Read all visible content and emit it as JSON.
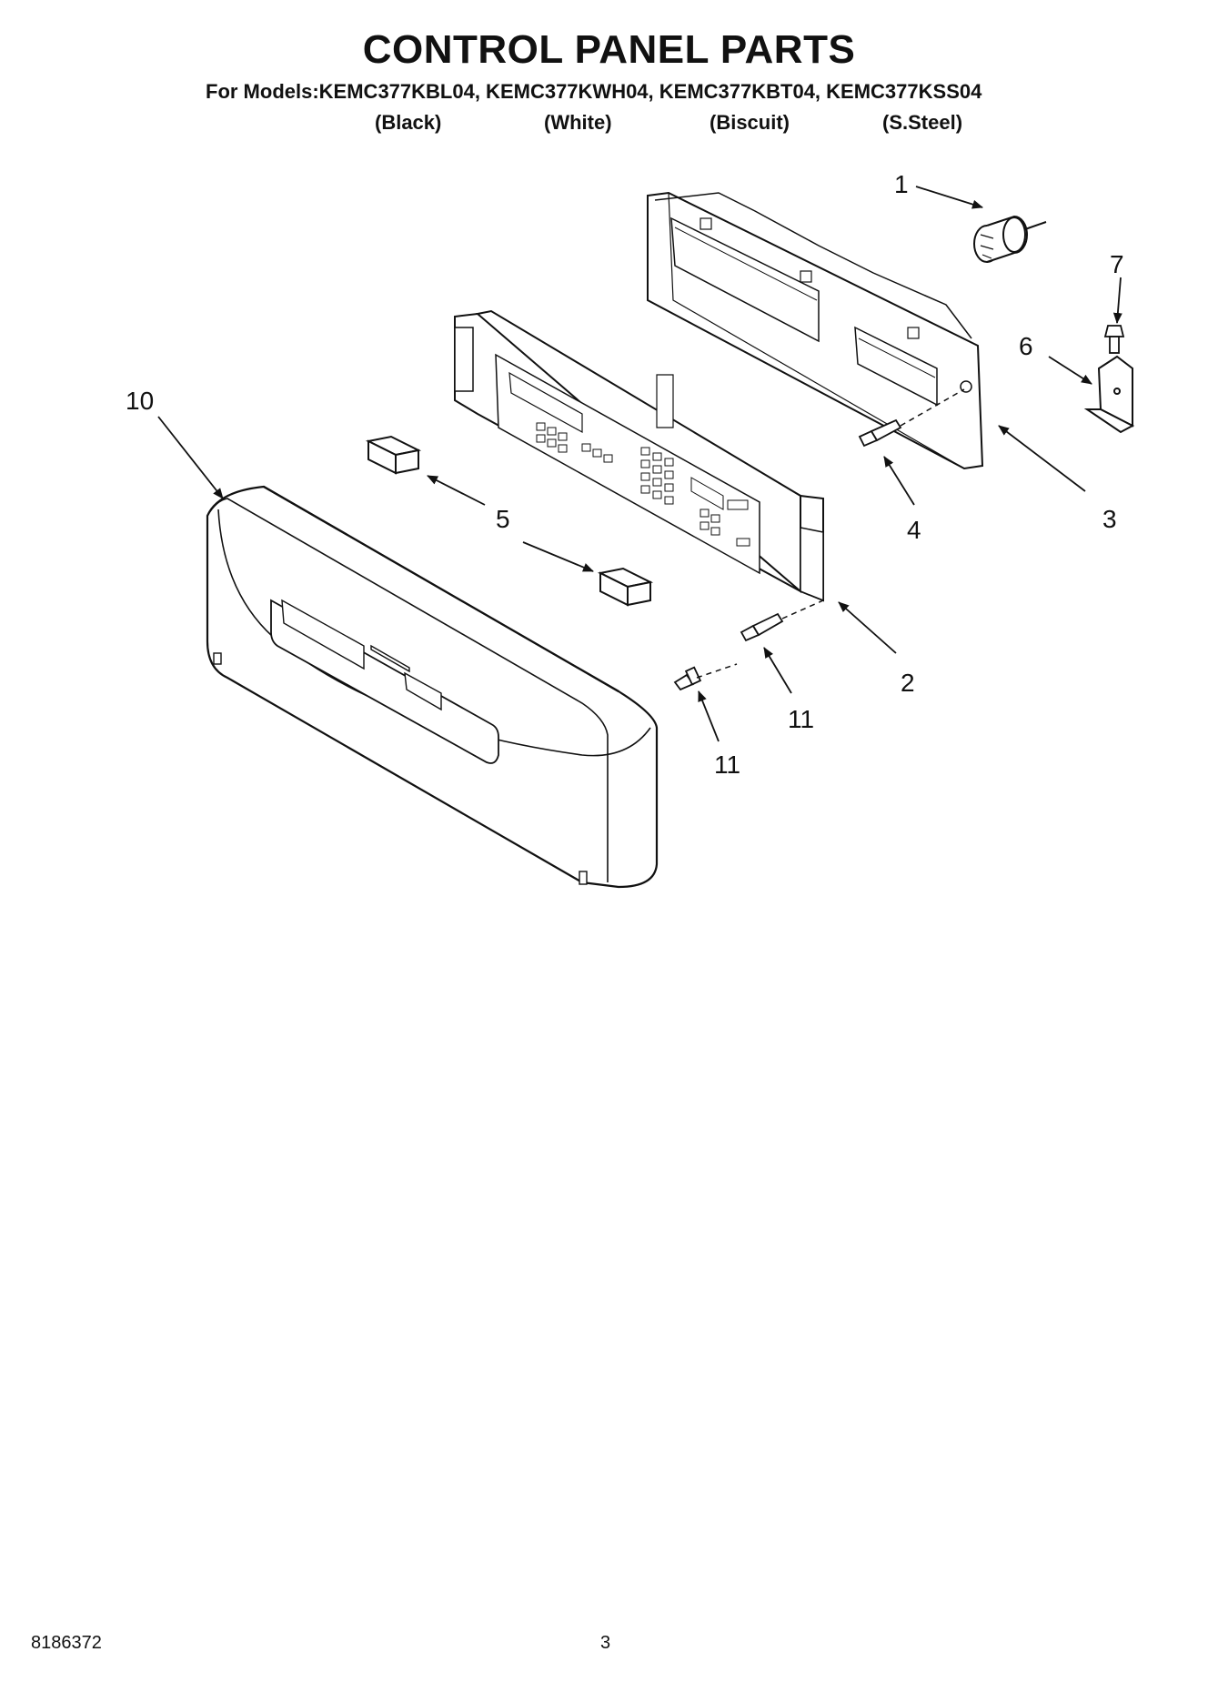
{
  "header": {
    "title": "CONTROL PANEL PARTS",
    "models_line": "For Models:KEMC377KBL04, KEMC377KWH04, KEMC377KBT04, KEMC377KSS04",
    "colors": [
      "(Black)",
      "(White)",
      "(Biscuit)",
      "(S.Steel)"
    ]
  },
  "callouts": {
    "c1": "1",
    "c2": "2",
    "c3": "3",
    "c4": "4",
    "c5": "5",
    "c6": "6",
    "c7": "7",
    "c10": "10",
    "c11a": "11",
    "c11b": "11"
  },
  "footer": {
    "doc_number": "8186372",
    "page_number": "3"
  }
}
